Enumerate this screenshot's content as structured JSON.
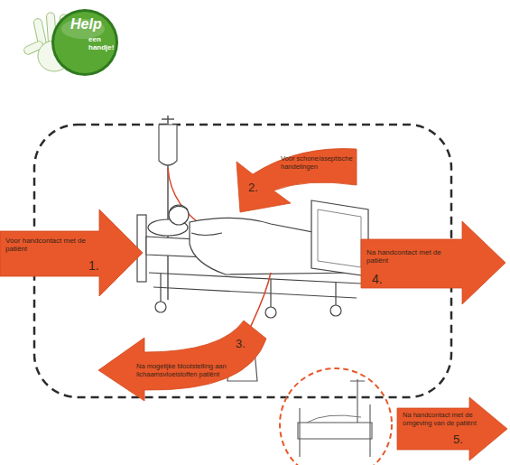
{
  "diagram": {
    "nodes": [
      {
        "text": [
          "Help",
          "een handje!"
        ]
      },
      {
        "text": [
          "Voor handcontact met de patiënt",
          "1."
        ]
      },
      {
        "text": [
          "Voor schone/aseptische handelingen",
          "2."
        ]
      },
      {
        "text": [
          "Na mogelijke blootstelling aan lichaamsvloeistoffen patiënt",
          "3."
        ]
      },
      {
        "text": [
          "Na handcontact met de patiënt",
          "4."
        ]
      },
      {
        "text": [
          "Na handcontact met de omgeving van de patiënt",
          "5."
        ]
      }
    ]
  }
}
